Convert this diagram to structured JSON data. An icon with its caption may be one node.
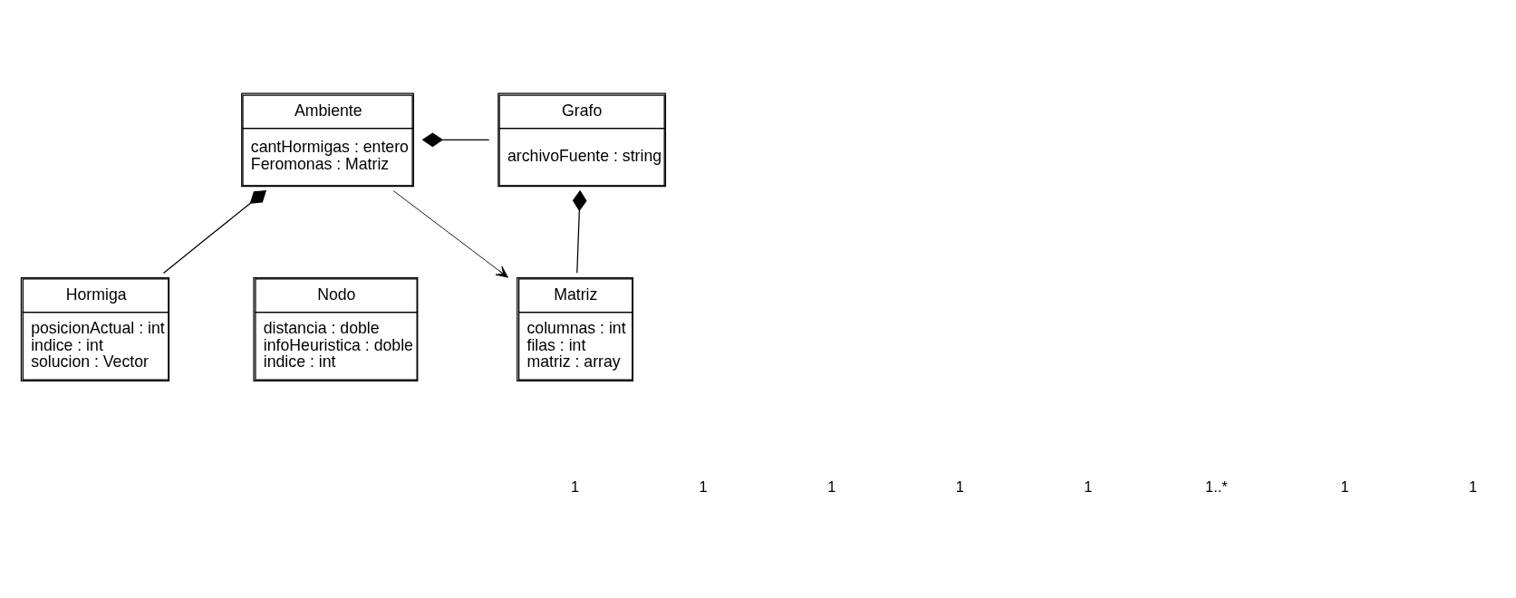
{
  "diagram": {
    "nodes": [
      {
        "text": [
          "Grafo",
          "archivoFuente : string"
        ]
      },
      {
        "text": [
          "Ambiente",
          "cantHormigas : entero",
          "Feromonas : Matriz"
        ]
      },
      {
        "text": [
          "Hormiga",
          "posicionActual : int",
          "indice : int",
          "solucion : Vector"
        ]
      },
      {
        "text": [
          "Matriz",
          "columnas : int",
          "filas : int",
          "matriz : array"
        ]
      },
      {
        "text": [
          "Nodo",
          "distancia : doble",
          "infoHeuristica : doble",
          "indice : int"
        ]
      }
    ],
    "edges": [
      {
        "from": 1,
        "to": 0,
        "arrow": "other"
      },
      {
        "from": 0,
        "to": 3,
        "arrow": "other"
      },
      {
        "from": 1,
        "to": 3,
        "arrow": "to"
      },
      {
        "from": 1,
        "to": 2,
        "arrow": "other"
      }
    ],
    "labels": [
      "1",
      "1",
      "1",
      "1",
      "1",
      "1..*",
      "1",
      "1"
    ]
  }
}
